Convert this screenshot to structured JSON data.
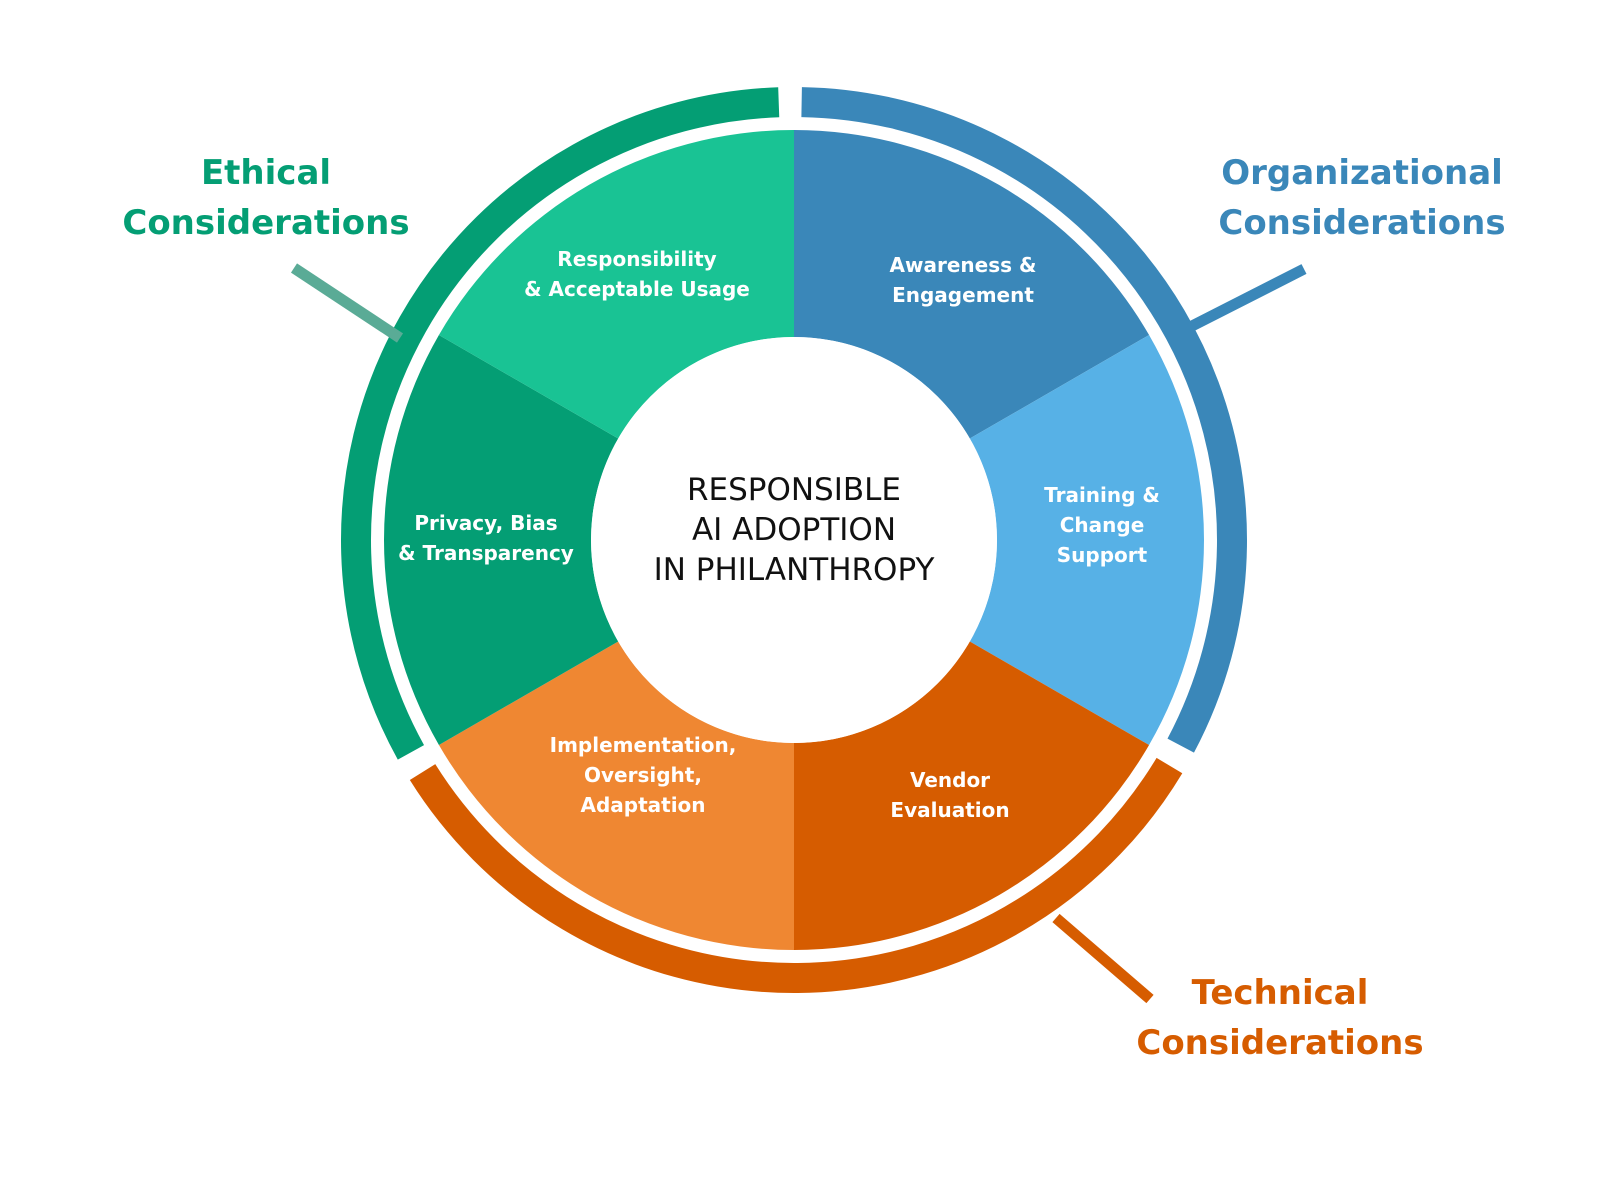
{
  "center": {
    "lines": [
      "RESPONSIBLE",
      "AI ADOPTION",
      "IN PHILANTHROPY"
    ]
  },
  "groups": [
    {
      "id": "ethical",
      "lines": [
        "Ethical",
        "Considerations"
      ],
      "color": "#049e74"
    },
    {
      "id": "organizational",
      "lines": [
        "Organizational",
        "Considerations"
      ],
      "color": "#3a87b9"
    },
    {
      "id": "technical",
      "lines": [
        "Technical",
        "Considerations"
      ],
      "color": "#d65c00"
    }
  ],
  "segments": [
    {
      "id": "awareness",
      "group": "organizational",
      "lines": [
        "Awareness &",
        "Engagement"
      ],
      "color": "#3a87b9"
    },
    {
      "id": "training",
      "group": "organizational",
      "lines": [
        "Training &",
        "Change",
        "Support"
      ],
      "color": "#57b1e6"
    },
    {
      "id": "vendor",
      "group": "technical",
      "lines": [
        "Vendor",
        "Evaluation"
      ],
      "color": "#d65c00"
    },
    {
      "id": "implementation",
      "group": "technical",
      "lines": [
        "Implementation,",
        "Oversight,",
        "Adaptation"
      ],
      "color": "#ef8732"
    },
    {
      "id": "privacy",
      "group": "ethical",
      "lines": [
        "Privacy, Bias",
        "& Transparency"
      ],
      "color": "#049e74"
    },
    {
      "id": "responsibility",
      "group": "ethical",
      "lines": [
        "Responsibility",
        "& Acceptable Usage"
      ],
      "color": "#19c394"
    }
  ]
}
